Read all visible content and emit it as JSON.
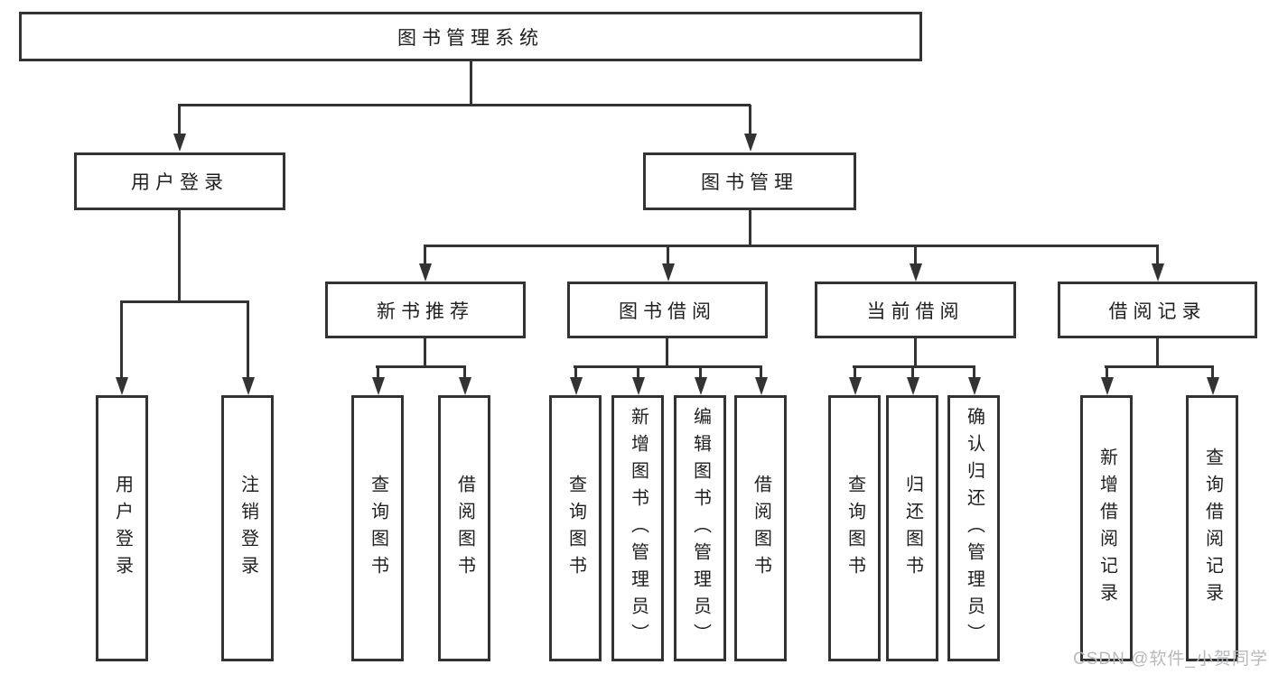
{
  "colors": {
    "line": "#333333",
    "box_border": "#333333",
    "box_fill": "#ffffff",
    "text": "#1f1f1f",
    "watermark": "#b7b9bb",
    "background": "#ffffff"
  },
  "watermark": {
    "text": "CSDN @软件_小贺同学"
  },
  "tree": {
    "root": {
      "label": "图书管理系统"
    },
    "branches": [
      {
        "label": "用户登录",
        "children": [
          {
            "label": "用户登录"
          },
          {
            "label": "注销登录"
          }
        ]
      },
      {
        "label": "图书管理",
        "children": [
          {
            "label": "新书推荐",
            "children": [
              {
                "label": "查询图书"
              },
              {
                "label": "借阅图书"
              }
            ]
          },
          {
            "label": "图书借阅",
            "children": [
              {
                "label": "查询图书"
              },
              {
                "label": "新增图书（管理员）"
              },
              {
                "label": "编辑图书（管理员）"
              },
              {
                "label": "借阅图书"
              }
            ]
          },
          {
            "label": "当前借阅",
            "children": [
              {
                "label": "查询图书"
              },
              {
                "label": "归还图书"
              },
              {
                "label": "确认归还（管理员）"
              }
            ]
          },
          {
            "label": "借阅记录",
            "children": [
              {
                "label": "新增借阅记录"
              },
              {
                "label": "查询借阅记录"
              }
            ]
          }
        ]
      }
    ]
  }
}
